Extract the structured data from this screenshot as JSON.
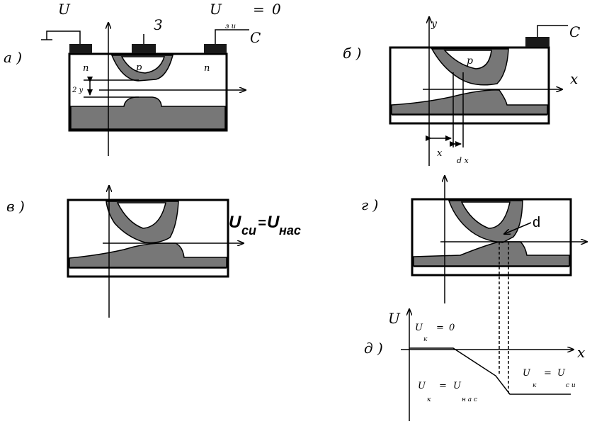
{
  "colors": {
    "region": "#777777",
    "contact": "#1a1a1a",
    "line": "#000000"
  },
  "panel_a": {
    "label": "а )",
    "u_label": "U",
    "gate_label": "З",
    "u_zi": "U",
    "u_zi_sub": "з и",
    "u_zi_eq": "=",
    "u_zi_val": "0",
    "c_label": "С",
    "n_left": "n",
    "p_label": "p",
    "n_right": "n",
    "dim_label": "2 y"
  },
  "panel_b": {
    "label": "б )",
    "y_label": "y",
    "c_label": "С",
    "p_label": "p",
    "x_axis_label": "x",
    "x_label": "x",
    "dx_label": "d x"
  },
  "panel_v": {
    "label": "в )",
    "u_si": "U",
    "u_si_sub": "си",
    "eq": "=",
    "u_nas": "U",
    "u_nas_sub": "нас"
  },
  "panel_g": {
    "label": "г )",
    "d_label": "d"
  },
  "panel_d": {
    "label": "д )",
    "u_axis": "U",
    "x_axis": "x",
    "uk0": "U",
    "uk0_sub": "к",
    "uk0_eq": "=",
    "uk0_val": "0",
    "uknas": "U",
    "uknas_sub": "к",
    "uknas_eq": "=",
    "uknas_r": "U",
    "uknas_rsub": "н а с",
    "uksi": "U",
    "uksi_sub": "к",
    "uksi_eq": "=",
    "uksi_r": "U",
    "uksi_rsub": "с и"
  }
}
